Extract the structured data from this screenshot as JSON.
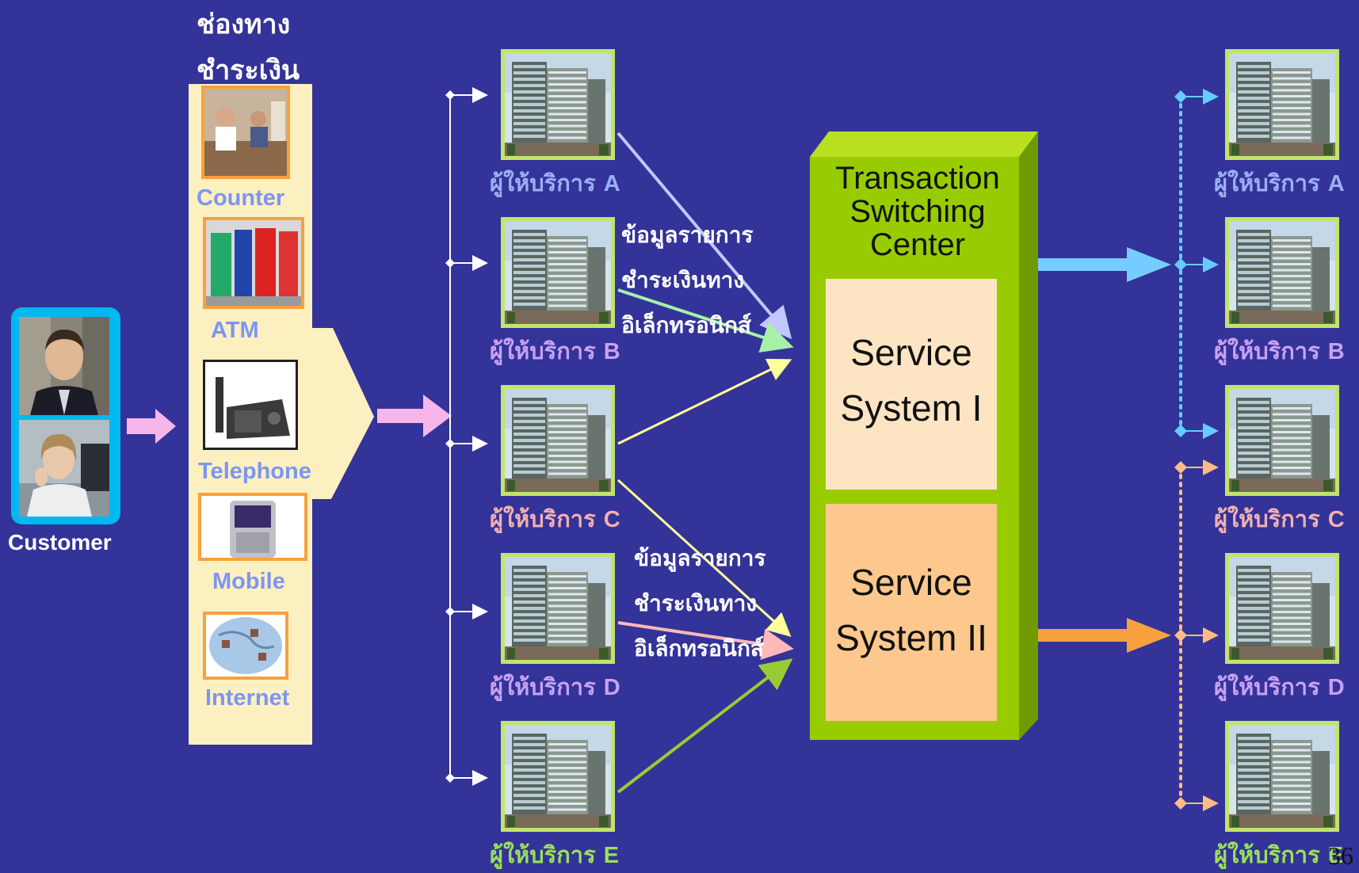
{
  "heading": {
    "line1": "ช่องทาง",
    "line2": "ชำระเงิน"
  },
  "customer": {
    "label": "Customer"
  },
  "channels": [
    {
      "label": "Counter",
      "icon": "counter-photo"
    },
    {
      "label": "ATM",
      "icon": "atm-photo"
    },
    {
      "label": "Telephone",
      "icon": "telephone-icon"
    },
    {
      "label": "Mobile",
      "icon": "mobile-phone-icon"
    },
    {
      "label": "Internet",
      "icon": "internet-globe-icon"
    }
  ],
  "providers_left": [
    {
      "prefix": "ผู้ให้บริการ",
      "letter": "A",
      "color": "#9ab0f5"
    },
    {
      "prefix": "ผู้ให้บริการ",
      "letter": "B",
      "color": "#c8a2f2"
    },
    {
      "prefix": "ผู้ให้บริการ",
      "letter": "C",
      "color": "#f2b0b0"
    },
    {
      "prefix": "ผู้ให้บริการ",
      "letter": "D",
      "color": "#c8a2f2"
    },
    {
      "prefix": "ผู้ให้บริการ",
      "letter": "E",
      "color": "#99e05a"
    }
  ],
  "providers_right": [
    {
      "prefix": "ผู้ให้บริการ",
      "letter": "A",
      "color": "#9ab0f5"
    },
    {
      "prefix": "ผู้ให้บริการ",
      "letter": "B",
      "color": "#c8a2f2"
    },
    {
      "prefix": "ผู้ให้บริการ",
      "letter": "C",
      "color": "#f2b0b0"
    },
    {
      "prefix": "ผู้ให้บริการ",
      "letter": "D",
      "color": "#c8a2f2"
    },
    {
      "prefix": "ผู้ให้บริการ",
      "letter": "E",
      "color": "#99e05a"
    }
  ],
  "info_top": [
    "ข้อมูลรายการ",
    "ชำระเงินทาง",
    "อิเล็กทรอนิกส์"
  ],
  "info_bottom": [
    "ข้อมูลรายการ",
    "ชำระเงินทาง",
    "อิเล็กทรอนิกส์"
  ],
  "tsc": {
    "title_lines": [
      "Transaction",
      "Switching",
      "Center"
    ],
    "service1": [
      "Service",
      "System I"
    ],
    "service2": [
      "Service",
      "System II"
    ]
  },
  "page_number": "36",
  "colors": {
    "background": "#333399",
    "channel_panel": "#fdf0c0",
    "tsc_green": "#99cc00",
    "tsc_green_dark": "#6f9a00",
    "service1": "#fde5c3",
    "service2": "#fdc88e",
    "arrow_pink": "#f7b6ea",
    "arrow_cyan": "#77ccff",
    "arrow_orange": "#f7a13e",
    "dotted_blue": "#66ccff",
    "dotted_orange": "#ffbb88",
    "line_lavender": "#c0c8ff",
    "line_mint": "#a8f0a8",
    "line_yellow": "#ffff99",
    "line_peach": "#ffb8b8",
    "line_lime": "#99cc33"
  }
}
